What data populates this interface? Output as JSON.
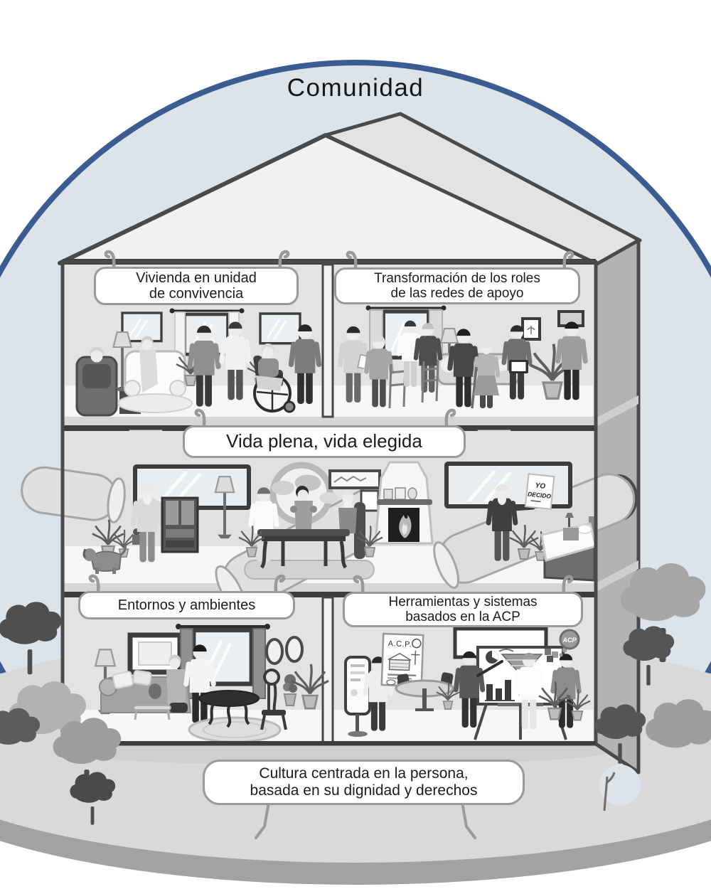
{
  "title": "Comunidad",
  "house": {
    "rooms": {
      "top_left": {
        "label_lines": [
          "Vivienda en unidad",
          "de convivencia"
        ]
      },
      "top_right": {
        "label_lines": [
          "Transformación de los roles",
          "de las redes de apoyo"
        ]
      },
      "middle": {
        "label_lines": [
          "Vida plena, vida elegida"
        ]
      },
      "bottom_left": {
        "label_lines": [
          "Entornos y ambientes"
        ]
      },
      "bottom_right": {
        "label_lines": [
          "Herramientas y sistemas",
          "basados en la ACP"
        ]
      }
    },
    "base_label_lines": [
      "Cultura centrada en la persona,",
      "basada en su dignidad y derechos"
    ]
  },
  "artwork": {
    "yo_decido_sign": [
      "YO",
      "DECIDO"
    ],
    "acp_poster_title": "A.C.P.",
    "acp_badge": "ACP"
  },
  "colors": {
    "community_ring": "#3a5c91",
    "community_fill": "#dce3e9",
    "outline": "#4a4a4a",
    "ground_top": "#d9d9d9",
    "ground_rim": "#a2a2a2",
    "sign_border": "#9a9a9a",
    "text": "#1c1c1c"
  }
}
